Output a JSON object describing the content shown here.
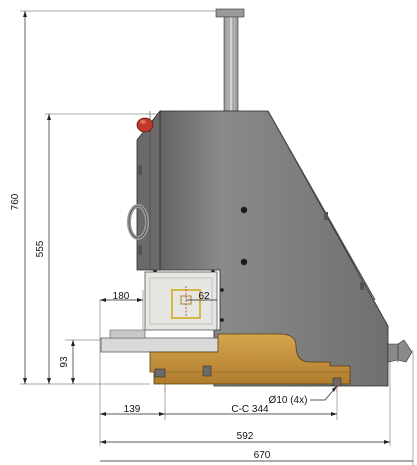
{
  "dimensions": {
    "overall_height": "760",
    "body_height": "555",
    "table_height": "93",
    "die_offset": "180",
    "die_depth": "62",
    "front_to_hole": "139",
    "hole_spacing": "C-C 344",
    "hole_callout": "Ø10 (4x)",
    "base_length": "592",
    "overall_length": "670"
  },
  "colors": {
    "body": "#7d7d7d",
    "body_dark": "#5c5c5c",
    "base": "#c9963f",
    "estop": "#c0392b",
    "accent_yellow": "#d4b84a"
  }
}
